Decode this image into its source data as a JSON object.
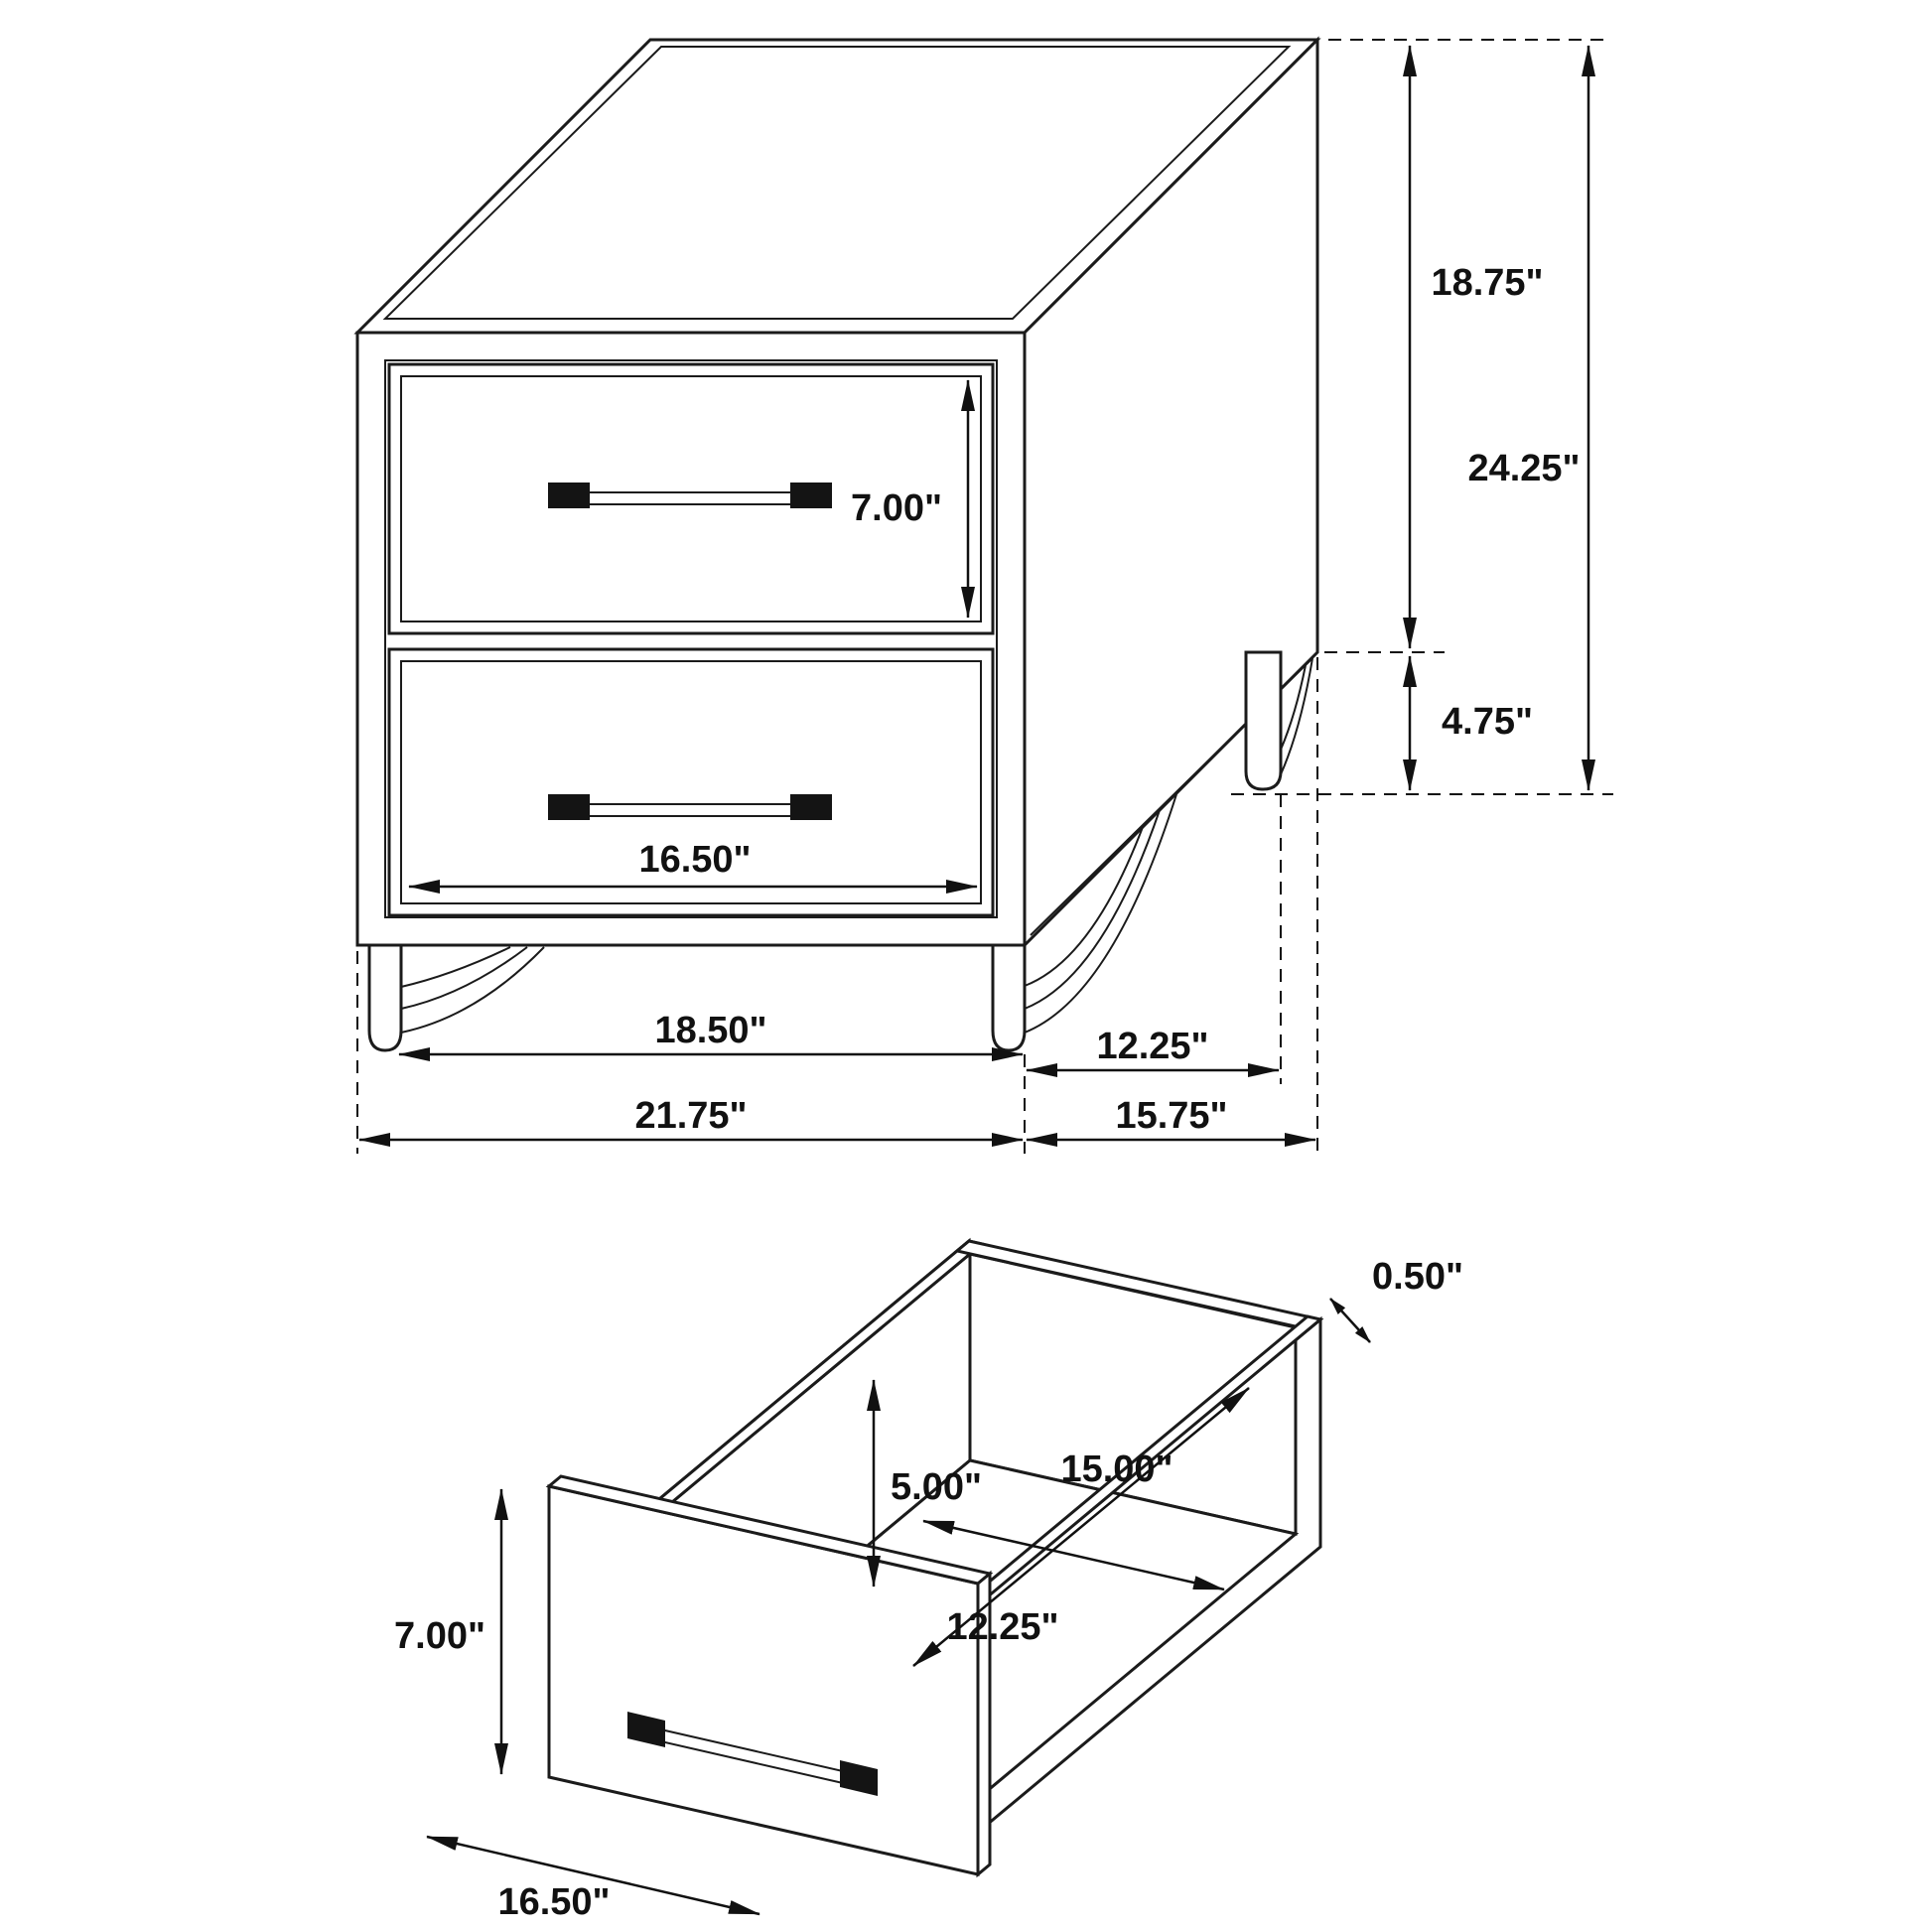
{
  "figure1": {
    "dims": {
      "upper_height": "18.75\"",
      "total_height": "24.25\"",
      "drawer_front_height": "7.00\"",
      "leg_height": "4.75\"",
      "drawer_width": "16.50\"",
      "front_leg_span": "18.50\"",
      "total_width": "21.75\"",
      "side_leg_span": "12.25\"",
      "total_depth": "15.75\""
    }
  },
  "figure2": {
    "dims": {
      "front_height": "7.00\"",
      "interior_height": "5.00\"",
      "interior_depth": "15.00\"",
      "interior_width": "12.25\"",
      "panel_thickness": "0.50\"",
      "front_width": "16.50\""
    }
  }
}
